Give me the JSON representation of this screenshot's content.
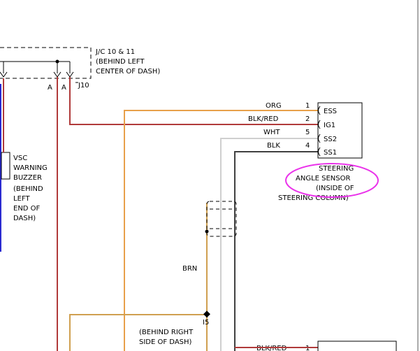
{
  "jc": {
    "line1": "J/C 10 & 11",
    "line2": "(BEHIND LEFT",
    "line3": "CENTER OF DASH)",
    "pin_a1": "A",
    "pin_a2": "A",
    "connector": "J10"
  },
  "buzzer": {
    "line1": "VSC",
    "line2": "WARNING",
    "line3": "BUZZER",
    "line4": "(BEHIND",
    "line5": "LEFT",
    "line6": "END OF",
    "line7": "DASH)"
  },
  "wires": {
    "org": "ORG",
    "blkred": "BLK/RED",
    "wht": "WHT",
    "blk": "BLK",
    "brn": "BRN",
    "blkred_bottom": "BLK/RED"
  },
  "pins": {
    "p1": "1",
    "p2": "2",
    "p5": "5",
    "p4": "4",
    "p1_bottom": "1"
  },
  "sensor": {
    "ess": "ESS",
    "ig1": "IG1",
    "ss2": "SS2",
    "ss1": "SS1",
    "line1": "STEERING",
    "line2": "ANGLE SENSOR",
    "line3": "(INSIDE OF",
    "line4": "STEERING COLUMN)"
  },
  "junction_i5": {
    "line1": "I5",
    "line2": "(BEHIND RIGHT",
    "line3": "SIDE OF DASH)"
  },
  "colors": {
    "org": "#e8a04a",
    "red": "#b03a3a",
    "wht": "#cfcfcf",
    "blk": "#404040",
    "brn": "#d0a050",
    "blue": "#2a2ad0",
    "highlight": "#ea33ea"
  }
}
